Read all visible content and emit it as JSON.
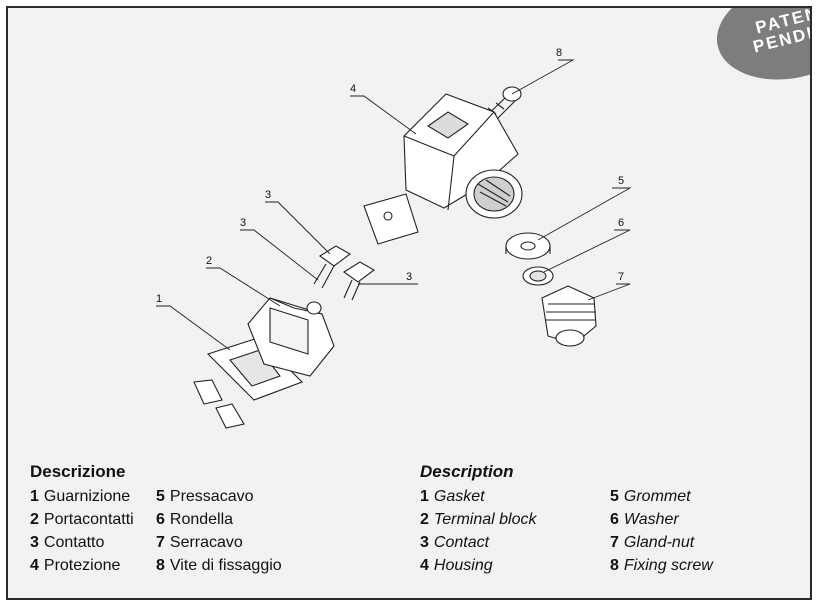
{
  "badge": {
    "line1": "PATENT",
    "line2": "PENDING"
  },
  "colors": {
    "background": "#f2f2f2",
    "border": "#2a2a2a",
    "badge": "#7d7d7d",
    "line": "#222222"
  },
  "callouts": [
    {
      "id": "c8",
      "num": "8"
    },
    {
      "id": "c4",
      "num": "4"
    },
    {
      "id": "c5",
      "num": "5"
    },
    {
      "id": "c6",
      "num": "6"
    },
    {
      "id": "c7",
      "num": "7"
    },
    {
      "id": "c3a",
      "num": "3"
    },
    {
      "id": "c3b",
      "num": "3"
    },
    {
      "id": "c3c",
      "num": "3"
    },
    {
      "id": "c2",
      "num": "2"
    },
    {
      "id": "c1",
      "num": "1"
    }
  ],
  "legend_it": {
    "title": "Descrizione",
    "col1": [
      {
        "n": "1",
        "t": "Guarnizione"
      },
      {
        "n": "2",
        "t": "Portacontatti"
      },
      {
        "n": "3",
        "t": "Contatto"
      },
      {
        "n": "4",
        "t": "Protezione"
      }
    ],
    "col2": [
      {
        "n": "5",
        "t": "Pressacavo"
      },
      {
        "n": "6",
        "t": "Rondella"
      },
      {
        "n": "7",
        "t": "Serracavo"
      },
      {
        "n": "8",
        "t": "Vite di fissaggio"
      }
    ]
  },
  "legend_en": {
    "title": "Description",
    "col1": [
      {
        "n": "1",
        "t": "Gasket"
      },
      {
        "n": "2",
        "t": "Terminal block"
      },
      {
        "n": "3",
        "t": "Contact"
      },
      {
        "n": "4",
        "t": "Housing"
      }
    ],
    "col2": [
      {
        "n": "5",
        "t": "Grommet"
      },
      {
        "n": "6",
        "t": "Washer"
      },
      {
        "n": "7",
        "t": "Gland-nut"
      },
      {
        "n": "8",
        "t": "Fixing screw"
      }
    ]
  }
}
